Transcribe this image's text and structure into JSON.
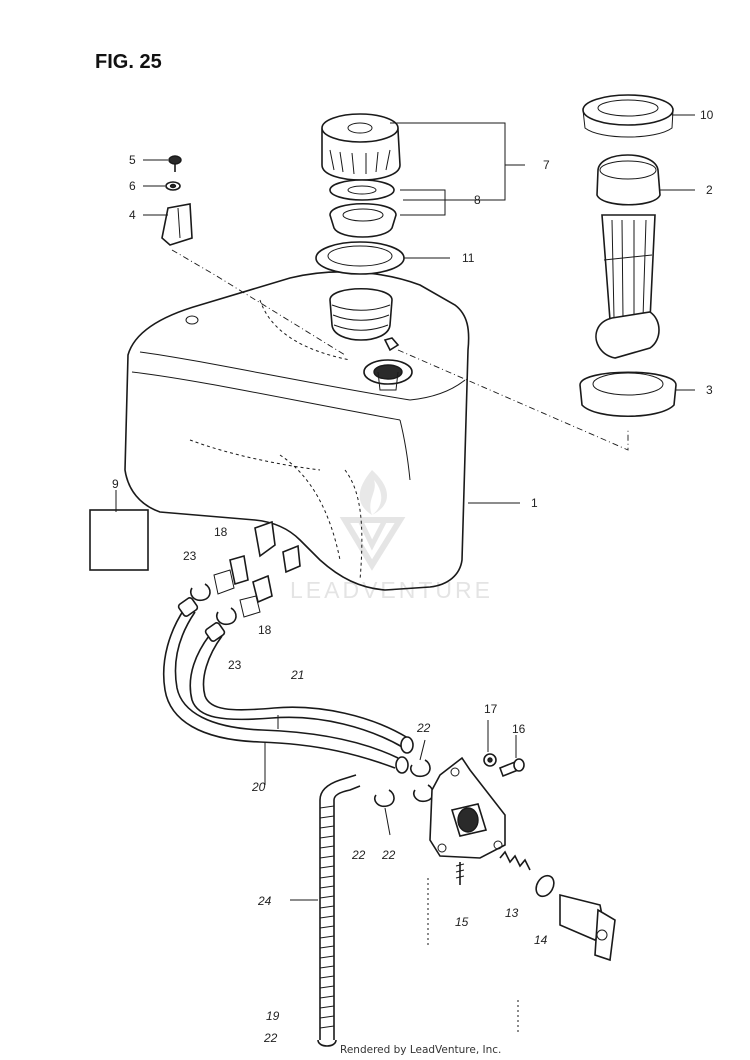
{
  "figure_title": "FIG. 25",
  "callouts": [
    {
      "id": "c1",
      "text": "1"
    },
    {
      "id": "c2",
      "text": "2"
    },
    {
      "id": "c3",
      "text": "3"
    },
    {
      "id": "c4",
      "text": "4"
    },
    {
      "id": "c5",
      "text": "5"
    },
    {
      "id": "c6",
      "text": "6"
    },
    {
      "id": "c7",
      "text": "7"
    },
    {
      "id": "c8",
      "text": "8"
    },
    {
      "id": "c9",
      "text": "9"
    },
    {
      "id": "c10",
      "text": "10"
    },
    {
      "id": "c11",
      "text": "11"
    },
    {
      "id": "c13",
      "text": "13"
    },
    {
      "id": "c14",
      "text": "14"
    },
    {
      "id": "c15",
      "text": "15"
    },
    {
      "id": "c16",
      "text": "16"
    },
    {
      "id": "c17",
      "text": "17"
    },
    {
      "id": "c18a",
      "text": "18"
    },
    {
      "id": "c18b",
      "text": "18"
    },
    {
      "id": "c19",
      "text": "19"
    },
    {
      "id": "c20",
      "text": "20"
    },
    {
      "id": "c21",
      "text": "21"
    },
    {
      "id": "c22a",
      "text": "22"
    },
    {
      "id": "c22b",
      "text": "22"
    },
    {
      "id": "c22c",
      "text": "22"
    },
    {
      "id": "c22d",
      "text": "22"
    },
    {
      "id": "c23a",
      "text": "23"
    },
    {
      "id": "c23b",
      "text": "23"
    },
    {
      "id": "c24",
      "text": "24"
    }
  ],
  "watermark": "LEADVENTURE",
  "footer": "Rendered by LeadVenture, Inc."
}
